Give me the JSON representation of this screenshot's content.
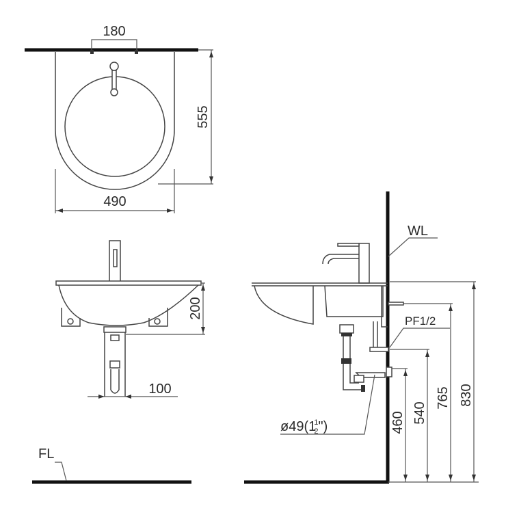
{
  "top_view": {
    "dims": {
      "faucet_spacing": "180",
      "depth": "555",
      "width": "490"
    }
  },
  "front_view": {
    "dims": {
      "bowl_height": "200",
      "trap_width": "100"
    }
  },
  "side_view": {
    "labels": {
      "wall_line": "WL",
      "supply": "PF1/2",
      "drain_prefix": "ø49(1",
      "drain_frac_num": "1",
      "drain_frac_den": "2",
      "drain_suffix": "\")"
    },
    "dims": {
      "h460": "460",
      "h540": "540",
      "h765": "765",
      "h830": "830"
    }
  },
  "floor": {
    "label": "FL"
  },
  "colors": {
    "line": "#444444",
    "heavy": "#111111",
    "background": "#ffffff"
  }
}
